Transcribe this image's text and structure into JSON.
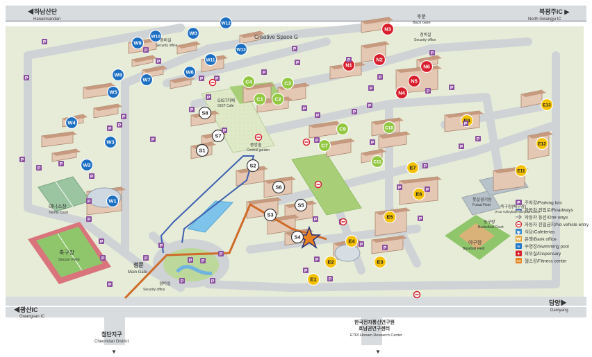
{
  "directions": {
    "hanamsan": "◀하남산단",
    "hanamsan_en": "Hanamsandan",
    "north_ic": "북광주IC ▶",
    "north_ic_en": "North Gwangju IC",
    "gwangsan": "◀광산IC",
    "gwangsan_en": "Gwangsan IC",
    "damyang": "담양▶",
    "damyang_en": "Damyang",
    "cheomdan": "첨단지구",
    "cheomdan_en": "Cheomdan District",
    "etri": "한국전자통신연구원",
    "etri2": "호남권연구센터",
    "etri_en": "ETRI Honam Research Center"
  },
  "places": {
    "back_gate": "후문",
    "back_gate_en": "Back Gate",
    "security_top": "경비실",
    "security_top_en": "Security office",
    "security_left": "경비실",
    "security_left_en": "Security office",
    "security_main": "경비실",
    "security_main_en": "Security office",
    "creative_space": "Creative Space G",
    "gist_cafe": "GIST카페",
    "gist_cafe_en": "GIST Cafe",
    "central_garden": "중앙숲",
    "central_garden_en": "Central garden",
    "tennis": "테니스장",
    "tennis_en": "Tennis Court",
    "soccer": "축구장",
    "soccer_en": "Soccer Field",
    "main_gate": "정문",
    "main_gate_en": "Main Gate",
    "futsal": "풋살경기장",
    "futsal_en": "Futsal Field",
    "foot_volley": "족구장(배구장)",
    "foot_volley_en": "(Foot Volleyball/Volleyball Court)",
    "basketball": "농구장",
    "basketball_en": "Basketball Court",
    "baseball": "야구장",
    "baseball_en": "Baseball Field"
  },
  "markers": {
    "blue": [
      "W12",
      "W0",
      "W9",
      "W10",
      "W13",
      "W11",
      "W6",
      "W8",
      "W7",
      "W5",
      "W4",
      "W3",
      "W2",
      "W1"
    ],
    "red": [
      "N3",
      "N2",
      "N1",
      "N6",
      "N5",
      "N4"
    ],
    "green": [
      "C4",
      "C3",
      "C1",
      "C2",
      "C9",
      "C10",
      "C7",
      "C11"
    ],
    "white": [
      "S8",
      "S7",
      "S1",
      "S2",
      "S6",
      "S5",
      "S3",
      "S4"
    ],
    "yellow": [
      "E13",
      "E9",
      "E12",
      "E11",
      "E7",
      "E6",
      "E5",
      "E4",
      "E2",
      "E3",
      "E1"
    ]
  },
  "legend": [
    {
      "icon": "P",
      "label": "주차장/Parking lots",
      "color": "#8d4fa0"
    },
    {
      "icon": "road",
      "label": "자동차 진입로/Roadways",
      "color": "#3b5fb0"
    },
    {
      "icon": "arrow",
      "label": "자동차 동선/One ways",
      "color": "#8a8a8a"
    },
    {
      "icon": "no",
      "label": "자동차 진입금지/No vehicle entry",
      "color": "#d81e2c"
    },
    {
      "icon": "fork",
      "label": "식당/Cafeterias",
      "color": "#3b8bd0"
    },
    {
      "icon": "W",
      "label": "은행/Bank office",
      "color": "#e8991e"
    },
    {
      "icon": "swim",
      "label": "수영장/Swimming pool",
      "color": "#1a73c8"
    },
    {
      "icon": "cross",
      "label": "의무실/Dispensary",
      "color": "#d81e2c"
    },
    {
      "icon": "gym",
      "label": "헬스장/Fitness center",
      "color": "#e8821e"
    }
  ]
}
